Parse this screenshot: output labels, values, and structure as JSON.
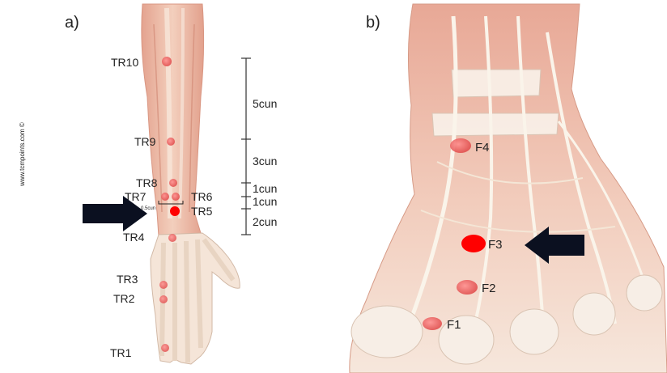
{
  "watermark": "www.tcmpoints.com ©",
  "panel_a": {
    "label": "a)",
    "points": {
      "tr10": "TR10",
      "tr9": "TR9",
      "tr8": "TR8",
      "tr7": "TR7",
      "tr6": "TR6",
      "tr5": "TR5",
      "tr4": "TR4",
      "tr3": "TR3",
      "tr2": "TR2",
      "tr1": "TR1"
    },
    "small_note": "0.5cun",
    "scale": {
      "s1": "5cun",
      "s2": "3cun",
      "s3": "1cun",
      "s4": "1cun",
      "s5": "2cun"
    }
  },
  "panel_b": {
    "label": "b)",
    "points": {
      "f4": "F4",
      "f3": "F3",
      "f2": "F2",
      "f1": "F1"
    }
  },
  "colors": {
    "skin": "#f2c3ad",
    "muscle": "#e9a593",
    "bone": "#f6efe4",
    "tendon": "#faf4ea",
    "point": "#e85a5a",
    "point_highlight": "#ff0000",
    "arrow": "#0b1020"
  }
}
